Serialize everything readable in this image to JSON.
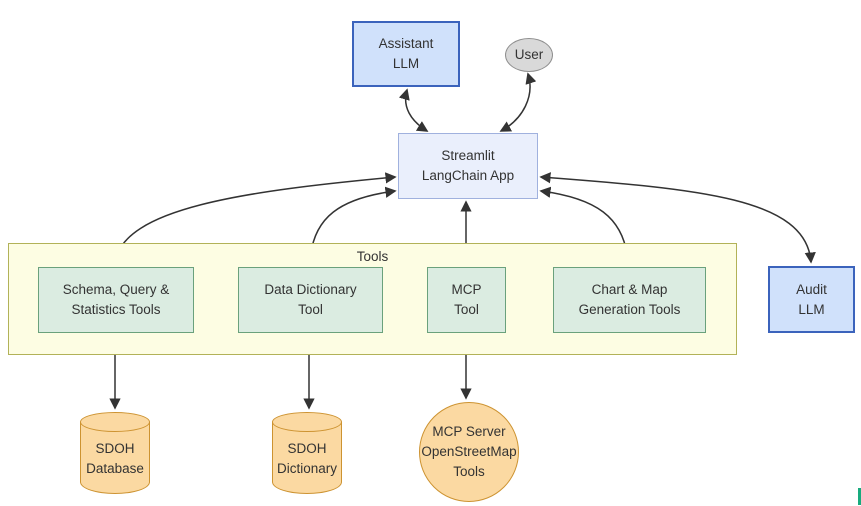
{
  "diagram": {
    "type": "flowchart",
    "nodes": {
      "assistant_llm": {
        "lines": [
          "Assistant",
          "LLM"
        ],
        "shape": "rectangle",
        "style": "blue-strong"
      },
      "user": {
        "lines": [
          "User"
        ],
        "shape": "ellipse",
        "style": "gray"
      },
      "streamlit_app": {
        "lines": [
          "Streamlit",
          "LangChain App"
        ],
        "shape": "rectangle",
        "style": "blue-light"
      },
      "tools_group": {
        "label": "Tools",
        "shape": "container",
        "style": "yellow"
      },
      "schema_tools": {
        "lines": [
          "Schema, Query &",
          "Statistics Tools"
        ],
        "shape": "rectangle",
        "style": "green"
      },
      "data_dictionary_tool": {
        "lines": [
          "Data Dictionary",
          "Tool"
        ],
        "shape": "rectangle",
        "style": "green"
      },
      "mcp_tool": {
        "lines": [
          "MCP",
          "Tool"
        ],
        "shape": "rectangle",
        "style": "green"
      },
      "chart_map_tools": {
        "lines": [
          "Chart & Map",
          "Generation Tools"
        ],
        "shape": "rectangle",
        "style": "green"
      },
      "audit_llm": {
        "lines": [
          "Audit",
          "LLM"
        ],
        "shape": "rectangle",
        "style": "blue-strong"
      },
      "sdoh_database": {
        "lines": [
          "SDOH",
          "Database"
        ],
        "shape": "cylinder",
        "style": "orange"
      },
      "sdoh_dictionary": {
        "lines": [
          "SDOH",
          "Dictionary"
        ],
        "shape": "cylinder",
        "style": "orange"
      },
      "mcp_server": {
        "lines": [
          "MCP Server",
          "OpenStreetMap",
          "Tools"
        ],
        "shape": "circle",
        "style": "orange"
      }
    },
    "edges": [
      {
        "from": "assistant_llm",
        "to": "streamlit_app",
        "direction": "bidirectional"
      },
      {
        "from": "user",
        "to": "streamlit_app",
        "direction": "bidirectional"
      },
      {
        "from": "streamlit_app",
        "to": "schema_tools",
        "direction": "bidirectional"
      },
      {
        "from": "streamlit_app",
        "to": "data_dictionary_tool",
        "direction": "bidirectional"
      },
      {
        "from": "streamlit_app",
        "to": "mcp_tool",
        "direction": "bidirectional"
      },
      {
        "from": "streamlit_app",
        "to": "chart_map_tools",
        "direction": "bidirectional"
      },
      {
        "from": "streamlit_app",
        "to": "audit_llm",
        "direction": "bidirectional"
      },
      {
        "from": "schema_tools",
        "to": "sdoh_database",
        "direction": "bidirectional"
      },
      {
        "from": "data_dictionary_tool",
        "to": "sdoh_dictionary",
        "direction": "bidirectional"
      },
      {
        "from": "mcp_tool",
        "to": "mcp_server",
        "direction": "bidirectional"
      }
    ],
    "colors": {
      "blue_strong_fill": "#d0e1fb",
      "blue_strong_border": "#3b63bc",
      "blue_light_fill": "#eaeffc",
      "blue_light_border": "#a0b1de",
      "gray_fill": "#d9d9d9",
      "gray_border": "#8f8f8f",
      "yellow_fill": "#fdfde3",
      "yellow_border": "#b2b258",
      "green_fill": "#dbece1",
      "green_border": "#6aa17c",
      "orange_fill": "#fbd9a2",
      "orange_border": "#cd9331",
      "arrow": "#333333",
      "text": "#333333",
      "scroll_indicator": "#18ab7e"
    }
  }
}
